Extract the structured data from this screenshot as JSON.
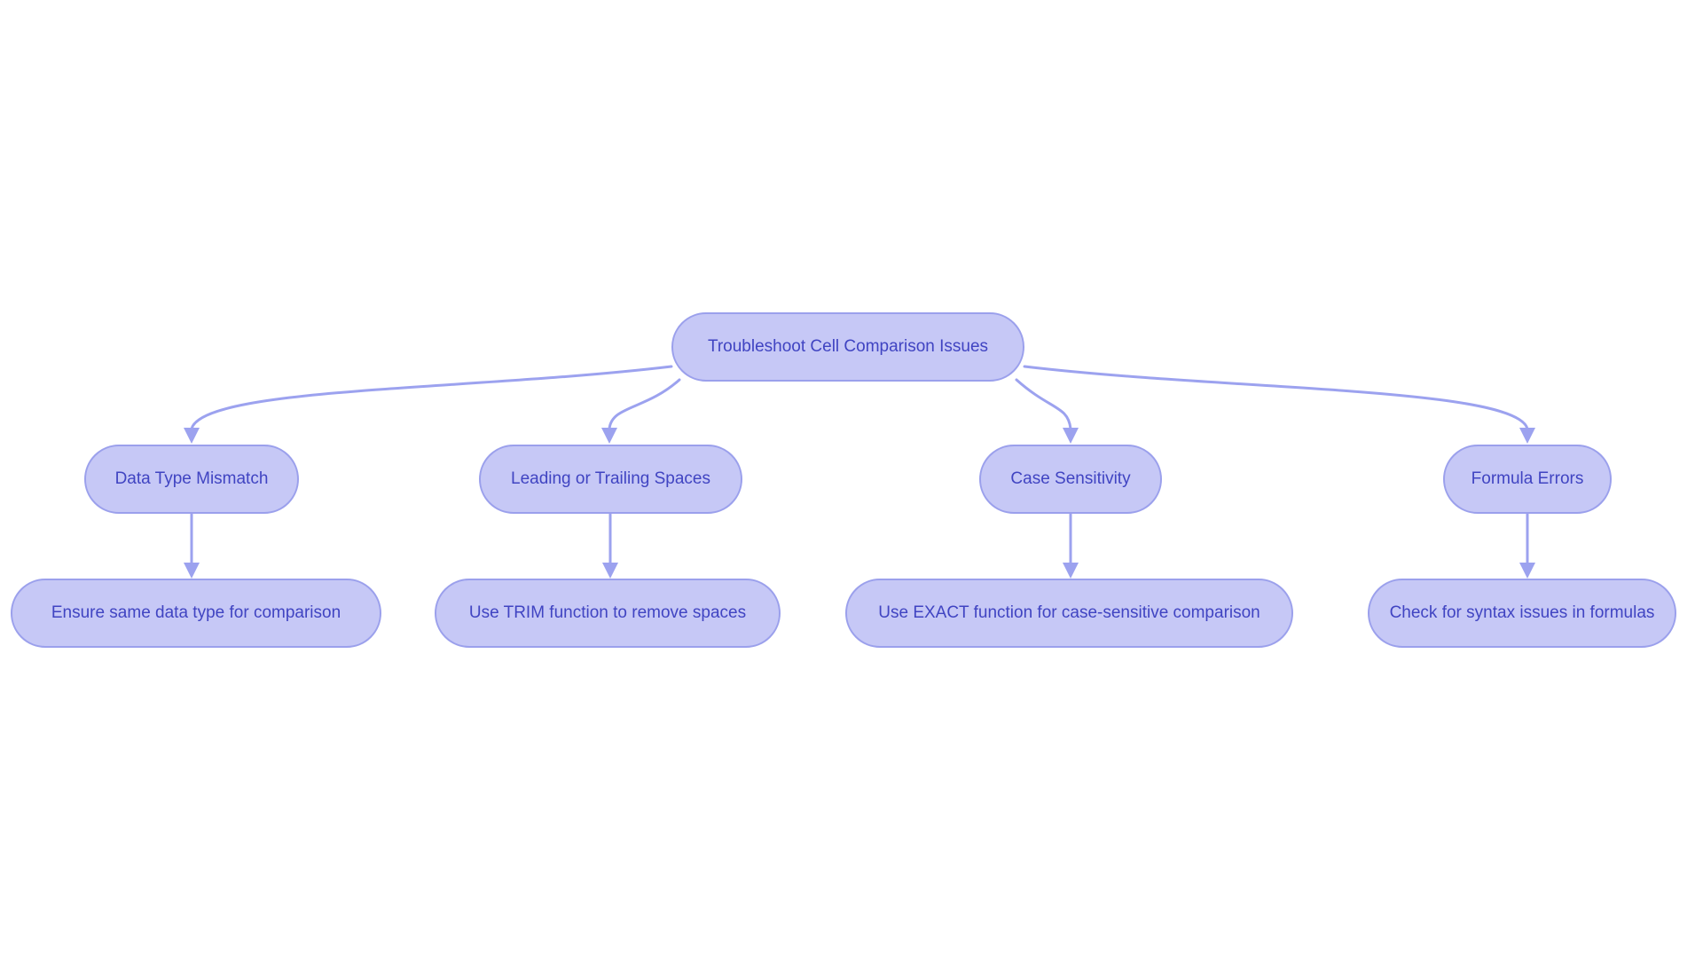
{
  "diagram": {
    "type": "flowchart",
    "direction": "top-down",
    "root": {
      "label": "Troubleshoot Cell Comparison Issues"
    },
    "issues": [
      {
        "label": "Data Type Mismatch",
        "solution": "Ensure same data type for comparison"
      },
      {
        "label": "Leading or Trailing Spaces",
        "solution": "Use TRIM function to remove spaces"
      },
      {
        "label": "Case Sensitivity",
        "solution": "Use EXACT function for case-sensitive comparison"
      },
      {
        "label": "Formula Errors",
        "solution": "Check for syntax issues in formulas"
      }
    ]
  },
  "colors": {
    "background": "#ffffff",
    "node_fill": "#c6c8f6",
    "node_border": "#9ba0ec",
    "edge_line": "#9ca2ef",
    "node_text": "#4044c2"
  }
}
